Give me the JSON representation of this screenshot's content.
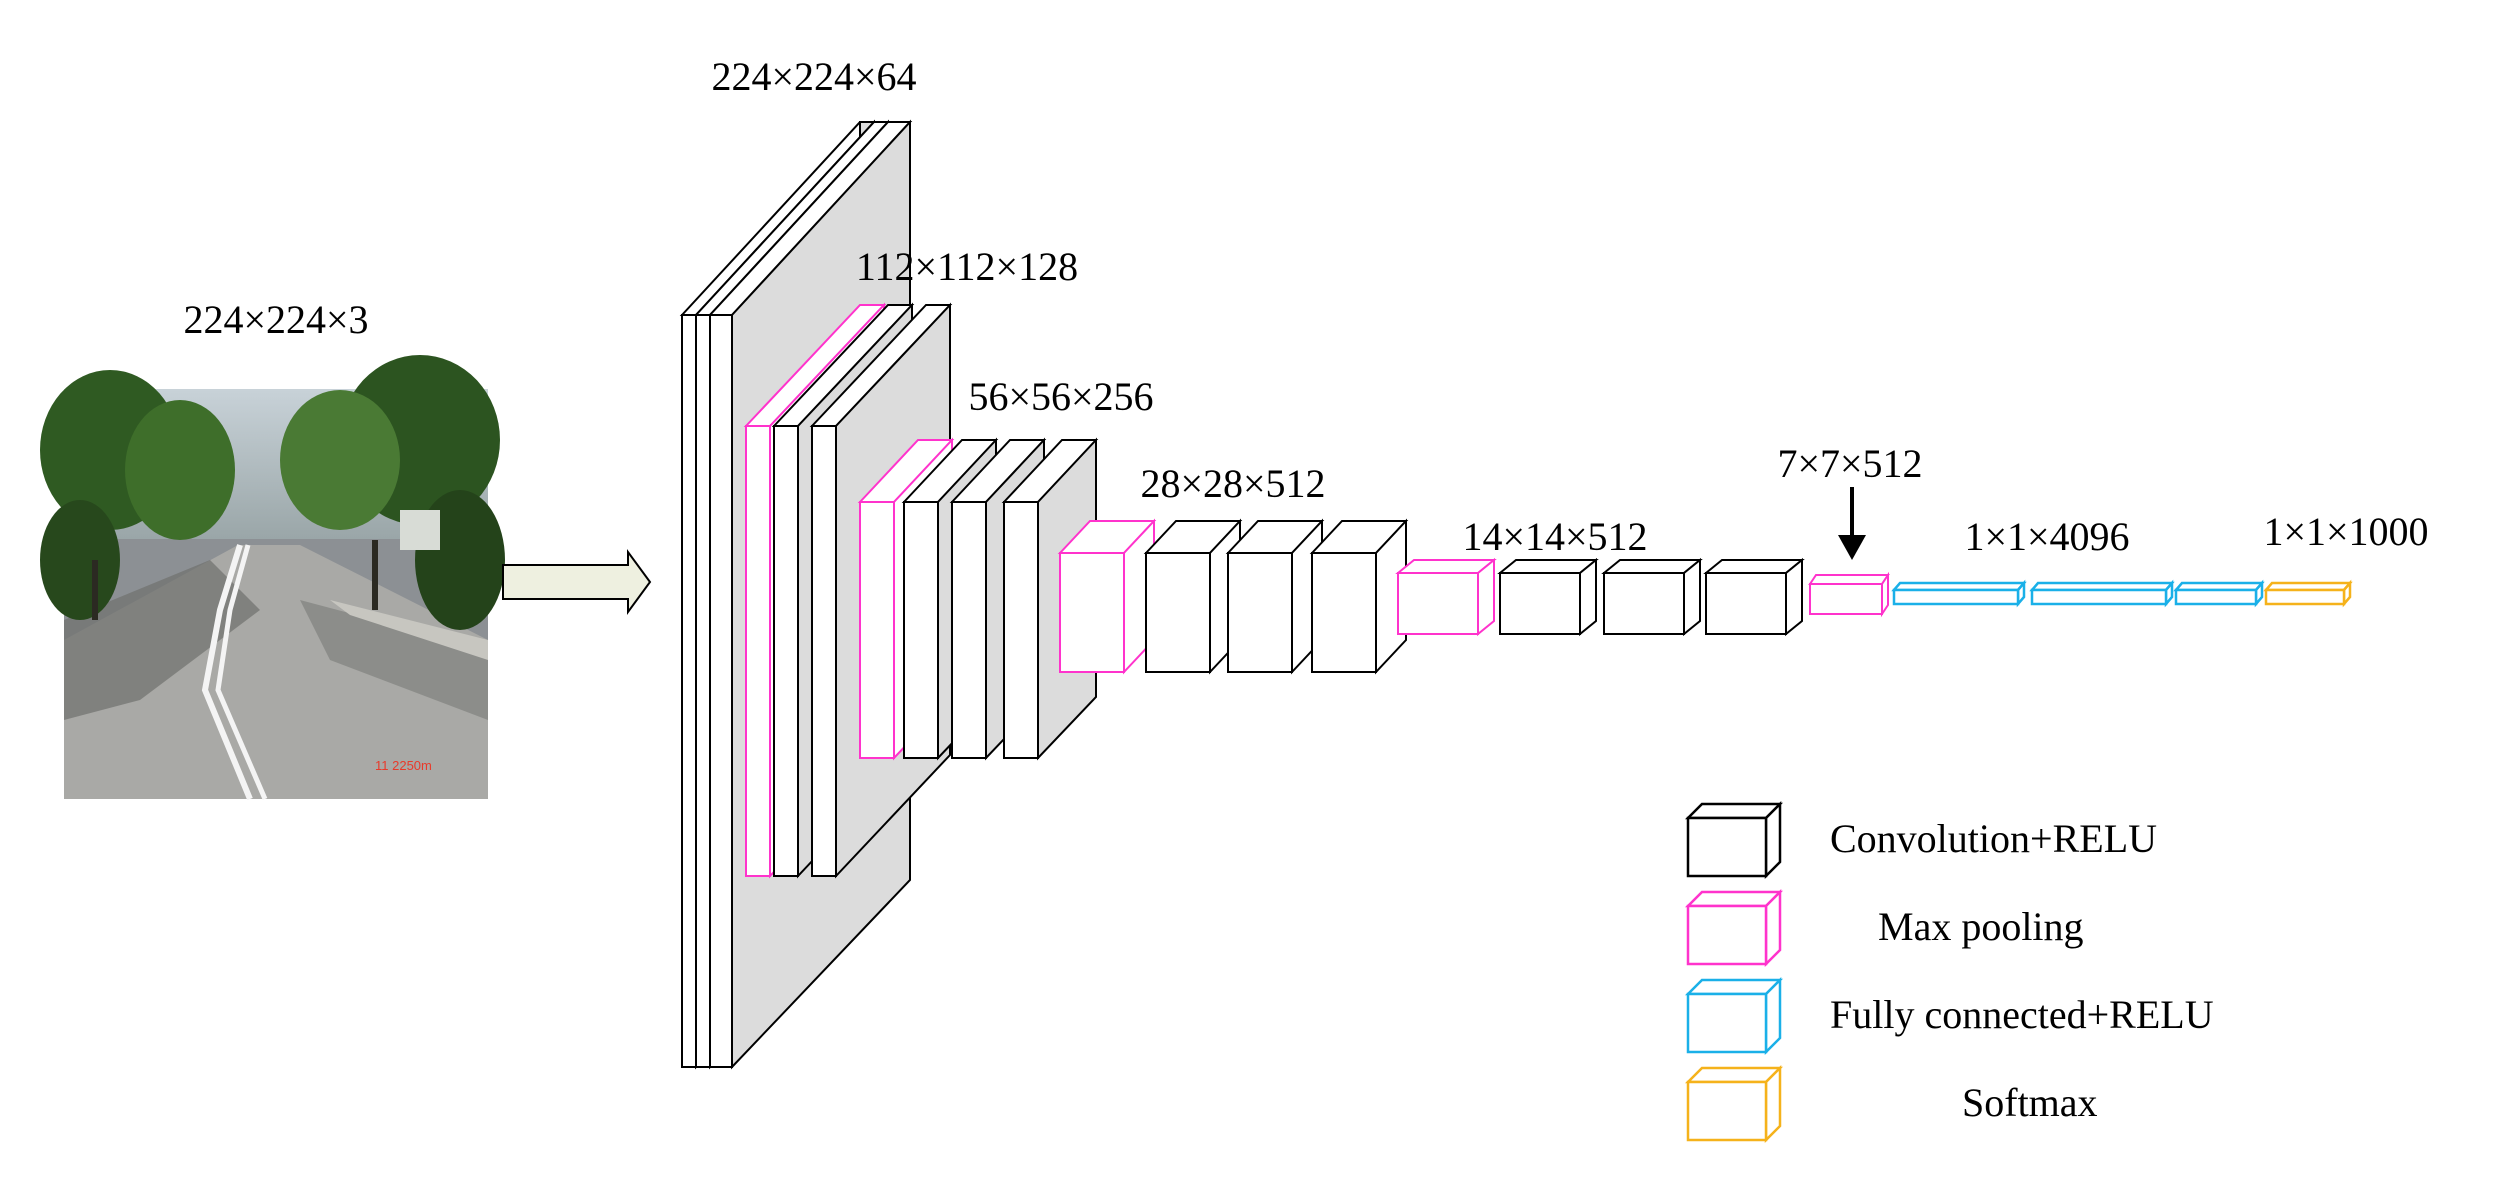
{
  "input": {
    "dims_label": "224×224×3",
    "stamp_text": "11 2250m"
  },
  "stages": {
    "s1": "224×224×64",
    "s2": "112×112×128",
    "s3": "56×56×256",
    "s4": "28×28×512",
    "s5": "14×14×512",
    "s6": "7×7×512",
    "s7": "1×1×4096",
    "s8": "1×1×1000"
  },
  "legend": {
    "conv": "Convolution+RELU",
    "pool": "Max pooling",
    "fc": "Fully connected+RELU",
    "softmax": "Softmax"
  },
  "colors": {
    "conv": "#000000",
    "pool": "#ff33cc",
    "fc": "#1ab0e8",
    "softmax": "#f5b21b",
    "layer_side": "#dcdcdc",
    "arrow_fill": "#eef0e0"
  }
}
